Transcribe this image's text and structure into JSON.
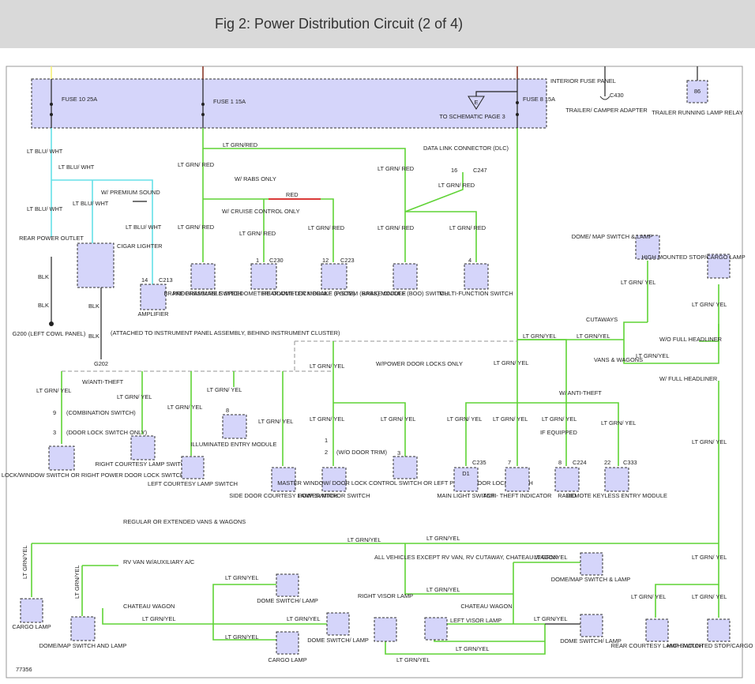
{
  "title": "Fig 2: Power Distribution Circuit (2 of 4)",
  "figure_id": "77356",
  "fuse_panel": {
    "label": "INTERIOR FUSE PANEL",
    "fuse10": "FUSE 10 25A",
    "fuse1": "FUSE 1 15A",
    "fuse8": "FUSE 8 15A",
    "schematic_ref_letter": "E",
    "schematic_ref": "TO SCHEMATIC PAGE 3"
  },
  "wires": {
    "lt_blu_wht": "LT BLU/ WHT",
    "lt_grn_red": "LT GRN/RED",
    "lt_grn_red_stack": "LT GRN/ RED",
    "lt_grn_yel": "LT GRN/YEL",
    "lt_grn_yel_stack": "LT GRN/ YEL",
    "red": "RED",
    "blk": "BLK"
  },
  "notes": {
    "w_rabs_only": "W/ RABS ONLY",
    "w_cruise_only": "W/ CRUISE CONTROL ONLY",
    "w_premium_sound": "W/ PREMIUM SOUND",
    "attached_to_ip": "(ATTACHED TO INSTRUMENT PANEL ASSEMBLY, BEHIND INSTRUMENT CLUSTER)",
    "w_anti_theft": "W/ANTI-THEFT",
    "w_anti_theft_2": "W/ ANTI-THEFT",
    "w_power_door_locks": "W/POWER DOOR LOCKS ONLY",
    "if_equipped": "IF EQUIPPED",
    "w_o_door_trim": "(W/O DOOR TRIM)",
    "combination_switch": "(COMBINATION SWITCH)",
    "door_lock_switch_only": "(DOOR LOCK SWITCH ONLY)",
    "cutaways": "CUTAWAYS",
    "vans_wagons": "VANS & WAGONS",
    "w_o_full_headliner": "W/O FULL HEADLINER",
    "w_full_headliner": "W/ FULL HEADLINER",
    "regular_extended": "REGULAR OR EXTENDED VANS & WAGONS",
    "rv_van": "RV VAN W/AUXILIARY A/C",
    "chateau_wagon": "CHATEAU WAGON",
    "all_vehicles_except": "ALL VEHICLES EXCEPT RV VAN, RV CUTAWAY, CHATEAU WAGON",
    "chateau_wagon_2": "CHATEAU WAGON"
  },
  "connectors": {
    "c430": "C430",
    "c213": "C213",
    "c230": "C230",
    "c223": "C223",
    "c247": "C247",
    "c235": "C235",
    "c224": "C224",
    "c333": "C333",
    "g200": "G200 (LEFT COWL PANEL)",
    "g202": "G202",
    "dlc": "DATA LINK CONNECTOR (DLC)",
    "relay_pin": "86"
  },
  "pins": {
    "p14": "14",
    "p1": "1",
    "p12": "12",
    "p16": "16",
    "p4": "4",
    "p8": "8",
    "p9": "9",
    "p3": "3",
    "p2": "2",
    "p7": "7",
    "p22": "22",
    "d1": "D1"
  },
  "components": {
    "trailer_camper": "TRAILER/ CAMPER ADAPTER",
    "trailer_relay": "TRAILER RUNNING LAMP RELAY",
    "rear_power_outlet": "REAR POWER OUTLET",
    "cigar_lighter": "CIGAR LIGHTER",
    "amplifier": "AMPLIFIER",
    "brake_pressure": "BRAKE PRESSURE SWITCH",
    "psom": "PROGRAMMABLE SPEEDOMETER/ ODOMETER MODULE (PSOM)",
    "rabs": "REAR ANTI-LOCK BRAKE SYSTEM (RABS) MODULE",
    "boo": "BRAKE ON/OFF (BOO) SWITCH",
    "multi_function": "MULTI-FUNCTION SWITCH",
    "dome_map_top": "DOME/ MAP SWITCH & LAMP",
    "high_mount_top": "HIGH MOUNTED STOP/CARGO LAMP",
    "right_power_door": "RIGHT POWER DOOR LOCK/WINDOW SWITCH OR RIGHT POWER DOOR LOCK SWITCH",
    "right_courtesy": "RIGHT COURTESY LAMP SWITCH",
    "left_courtesy": "LEFT COURTESY LAMP SWITCH",
    "illuminated_entry": "ILLUMINATED ENTRY MODULE",
    "side_door": "SIDE DOOR COURTESY LAMP SWITCH",
    "power_mirror": "POWER MIRROR SWITCH",
    "master_window": "MASTER WINDOW/ DOOR LOCK CONTROL SWITCH OR LEFT POWER DOOR LOCK SWITCH",
    "main_light": "MAIN LIGHT SWITCH",
    "anti_theft_ind": "ANTI- THEFT INDICATOR",
    "radio": "RADIO",
    "rke": "REMOTE KEYLESS ENTRY MODULE",
    "cargo_lamp_left": "CARGO LAMP",
    "dome_map_bottom": "DOME/MAP SWITCH AND LAMP",
    "dome_switch_lamp_a": "DOME SWITCH/ LAMP",
    "dome_switch_lamp_b": "DOME SWITCH/ LAMP",
    "cargo_lamp_mid": "CARGO LAMP",
    "right_visor": "RIGHT VISOR LAMP",
    "left_visor": "LEFT VISOR LAMP",
    "dome_map_mid": "DOME/MAP SWITCH & LAMP",
    "dome_switch_lamp_c": "DOME SWITCH/ LAMP",
    "rear_courtesy": "REAR COURTESY LAMP SWITCH",
    "high_mount_bottom": "HIGH MOUNTED STOP/CARGO LAMP"
  },
  "colors": {
    "wire_green": "#5fd335",
    "wire_cyan": "#66e0e8",
    "wire_red": "#e0202a",
    "wire_yellow": "#f5f078",
    "wire_brown": "#8b3a2a",
    "component_fill": "#d5d5fa",
    "fuse_panel_fill": "#d5d5fa"
  }
}
